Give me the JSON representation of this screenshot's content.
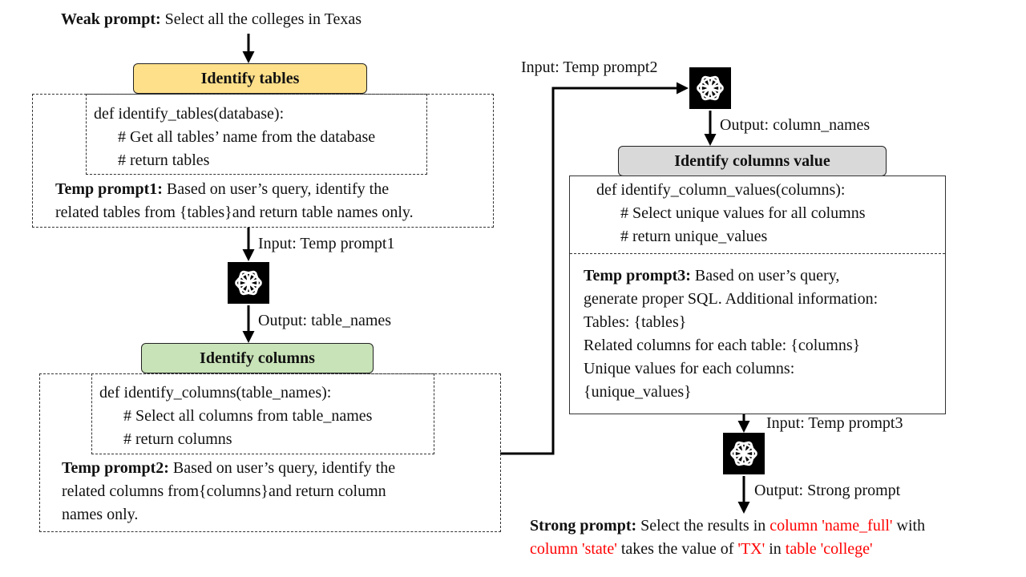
{
  "weak_prompt": {
    "label": "Weak prompt:",
    "text": " Select all the colleges in Texas"
  },
  "step1": {
    "title": "Identify tables",
    "code": [
      "def identify_tables(database):",
      "# Get all tables’ name from the database",
      "# return tables"
    ],
    "temp_label": "Temp prompt1:",
    "temp_lines": [
      " Based on user’s query, identify the",
      "related tables from {tables}and return table names only."
    ],
    "input": "Input: Temp prompt1",
    "output": "Output: table_names"
  },
  "step2": {
    "title": "Identify columns",
    "code": [
      "def identify_columns(table_names):",
      "# Select all columns from table_names",
      "# return columns"
    ],
    "temp_label": "Temp prompt2:",
    "temp_lines": [
      " Based on user’s query, identify the",
      "related columns from{columns}and return column",
      "names only."
    ],
    "input": "Input: Temp prompt2",
    "output": "Output: column_names"
  },
  "step3": {
    "title": "Identify columns value",
    "code": [
      "def identify_column_values(columns):",
      "# Select unique values for all columns",
      "# return unique_values"
    ],
    "temp_label": "Temp prompt3:",
    "temp_lines": [
      " Based on user’s query,",
      "generate proper SQL. Additional information:",
      "Tables: {tables}",
      "Related columns for each table: {columns}",
      "Unique values for each columns:",
      "{unique_values}"
    ],
    "input": "Input: Temp prompt3",
    "output": "Output: Strong prompt"
  },
  "strong_prompt": {
    "label": "Strong prompt:",
    "seg1": " Select the results in ",
    "seg2": "column 'name_full'",
    "seg3": " with",
    "seg4": "column 'state'",
    "seg5": " takes the value of ",
    "seg6": "'TX'",
    "seg7": " in ",
    "seg8": "table 'college'"
  },
  "colors": {
    "step1_fill": "#ffe08a",
    "step2_fill": "#c9e3b8",
    "step3_fill": "#d9d9d9",
    "highlight": "#ff0000"
  },
  "icon": "openai-logo-icon"
}
